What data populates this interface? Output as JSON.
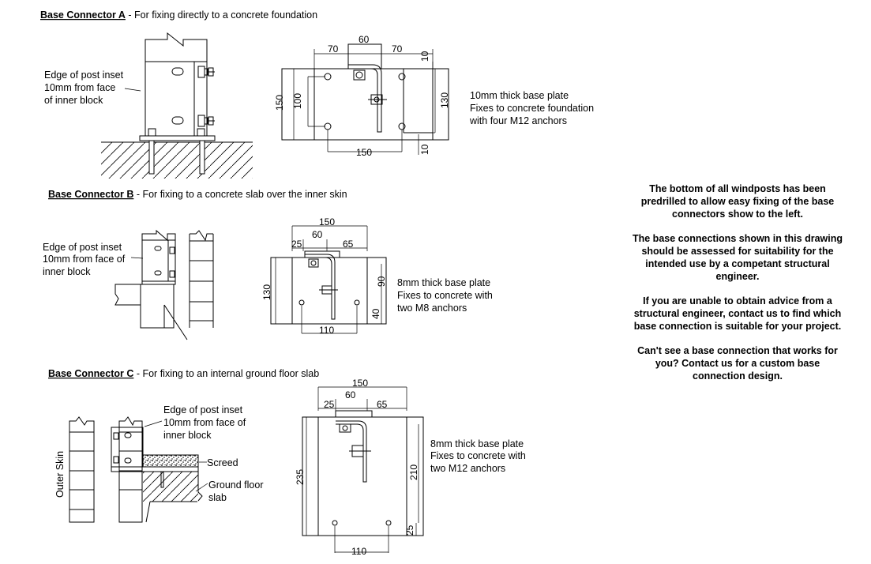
{
  "sections": {
    "a": {
      "title": "Base Connector A",
      "subtitle": " - For fixing directly to a concrete foundation",
      "label": [
        "Edge of post inset",
        "10mm from face",
        "of inner block"
      ],
      "notes": [
        "10mm thick base plate",
        "Fixes to concrete foundation",
        "with four M12 anchors"
      ],
      "dims": {
        "top_left": "70",
        "top_mid": "60",
        "top_right": "70",
        "top_gap": "10",
        "left_outer": "150",
        "left_inner": "100",
        "right": "130",
        "bottom": "150",
        "bottom_gap": "10"
      }
    },
    "b": {
      "title": "Base Connector B",
      "subtitle": " - For fixing to a concrete slab over the inner skin",
      "label": [
        "Edge of post inset",
        "10mm from face of",
        "inner block"
      ],
      "notes": [
        "8mm thick base plate",
        "Fixes to concrete with",
        "two M8 anchors"
      ],
      "dims": {
        "top": "150",
        "mid": "60",
        "left": "25",
        "right": "65",
        "left_height": "130",
        "right_upper": "90",
        "right_lower": "40",
        "bottom": "110"
      }
    },
    "c": {
      "title": "Base Connector C",
      "subtitle": " - For fixing to an internal ground floor slab",
      "label": [
        "Edge of post inset",
        "10mm from face of",
        "inner block"
      ],
      "screed": "Screed",
      "slab": [
        "Ground floor",
        "slab"
      ],
      "outer_skin": "Outer Skin",
      "notes": [
        "8mm thick base plate",
        "Fixes to concrete with",
        "two M12 anchors"
      ],
      "dims": {
        "top": "150",
        "mid": "60",
        "left": "25",
        "right": "65",
        "left_height": "235",
        "right_height": "210",
        "right_lower": "25",
        "bottom": "110"
      }
    }
  },
  "notes": [
    "The bottom of all windposts has been predrilled to allow easy fixing of the base connectors show to the left.",
    "The base connections shown in this drawing should be assessed for suitability for the intended use by a competant structural engineer.",
    "If you are unable to obtain advice from a structural engineer, contact us to find which base connection is suitable for your project.",
    "Can't see a base connection that works for you?  Contact us for a custom base connection design."
  ]
}
